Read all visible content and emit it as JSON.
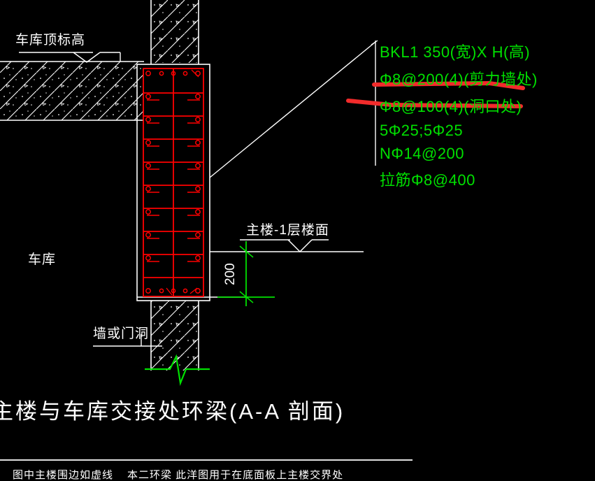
{
  "drawing": {
    "type": "structural-section-cad",
    "background_color": "#000000",
    "title": "主楼与车库交接处环梁(A-A 剖面)",
    "title_truncated_left": true,
    "colors": {
      "linework": "#ffffff",
      "rebar": "#ff0000",
      "annotation": "#00e000",
      "markup_highlight": "#f22b2b"
    }
  },
  "annotations": {
    "garage_top_level": "车库顶标高",
    "garage_label": "车库",
    "wall_or_opening": "墙或门洞",
    "main_building_floor": "主楼-1层楼面",
    "dimension_200": "200"
  },
  "beam_spec": {
    "lines": [
      "BKL1 350(宽)X H(高)",
      "Φ8@200(4)(剪力墙处)",
      "Φ8@100(4)(洞口处)",
      "5Φ25;5Φ25",
      "NΦ14@200",
      "拉筋Φ8@400"
    ],
    "highlighted_line_index": 2,
    "beam_name": "BKL1",
    "beam_width_mm": 350,
    "beam_height": "H",
    "stirrup_shearwall": "Φ8@200(4)",
    "stirrup_opening": "Φ8@100(4)",
    "top_bars": "5Φ25",
    "bottom_bars": "5Φ25",
    "side_bars": "NΦ14@200",
    "tie_bars": "拉筋Φ8@400"
  },
  "footer": {
    "note_left": "图中主楼围边如虚线",
    "note_right": "本二环梁 此洋图用于在底面板上主楼交界处",
    "cut_off": true
  }
}
